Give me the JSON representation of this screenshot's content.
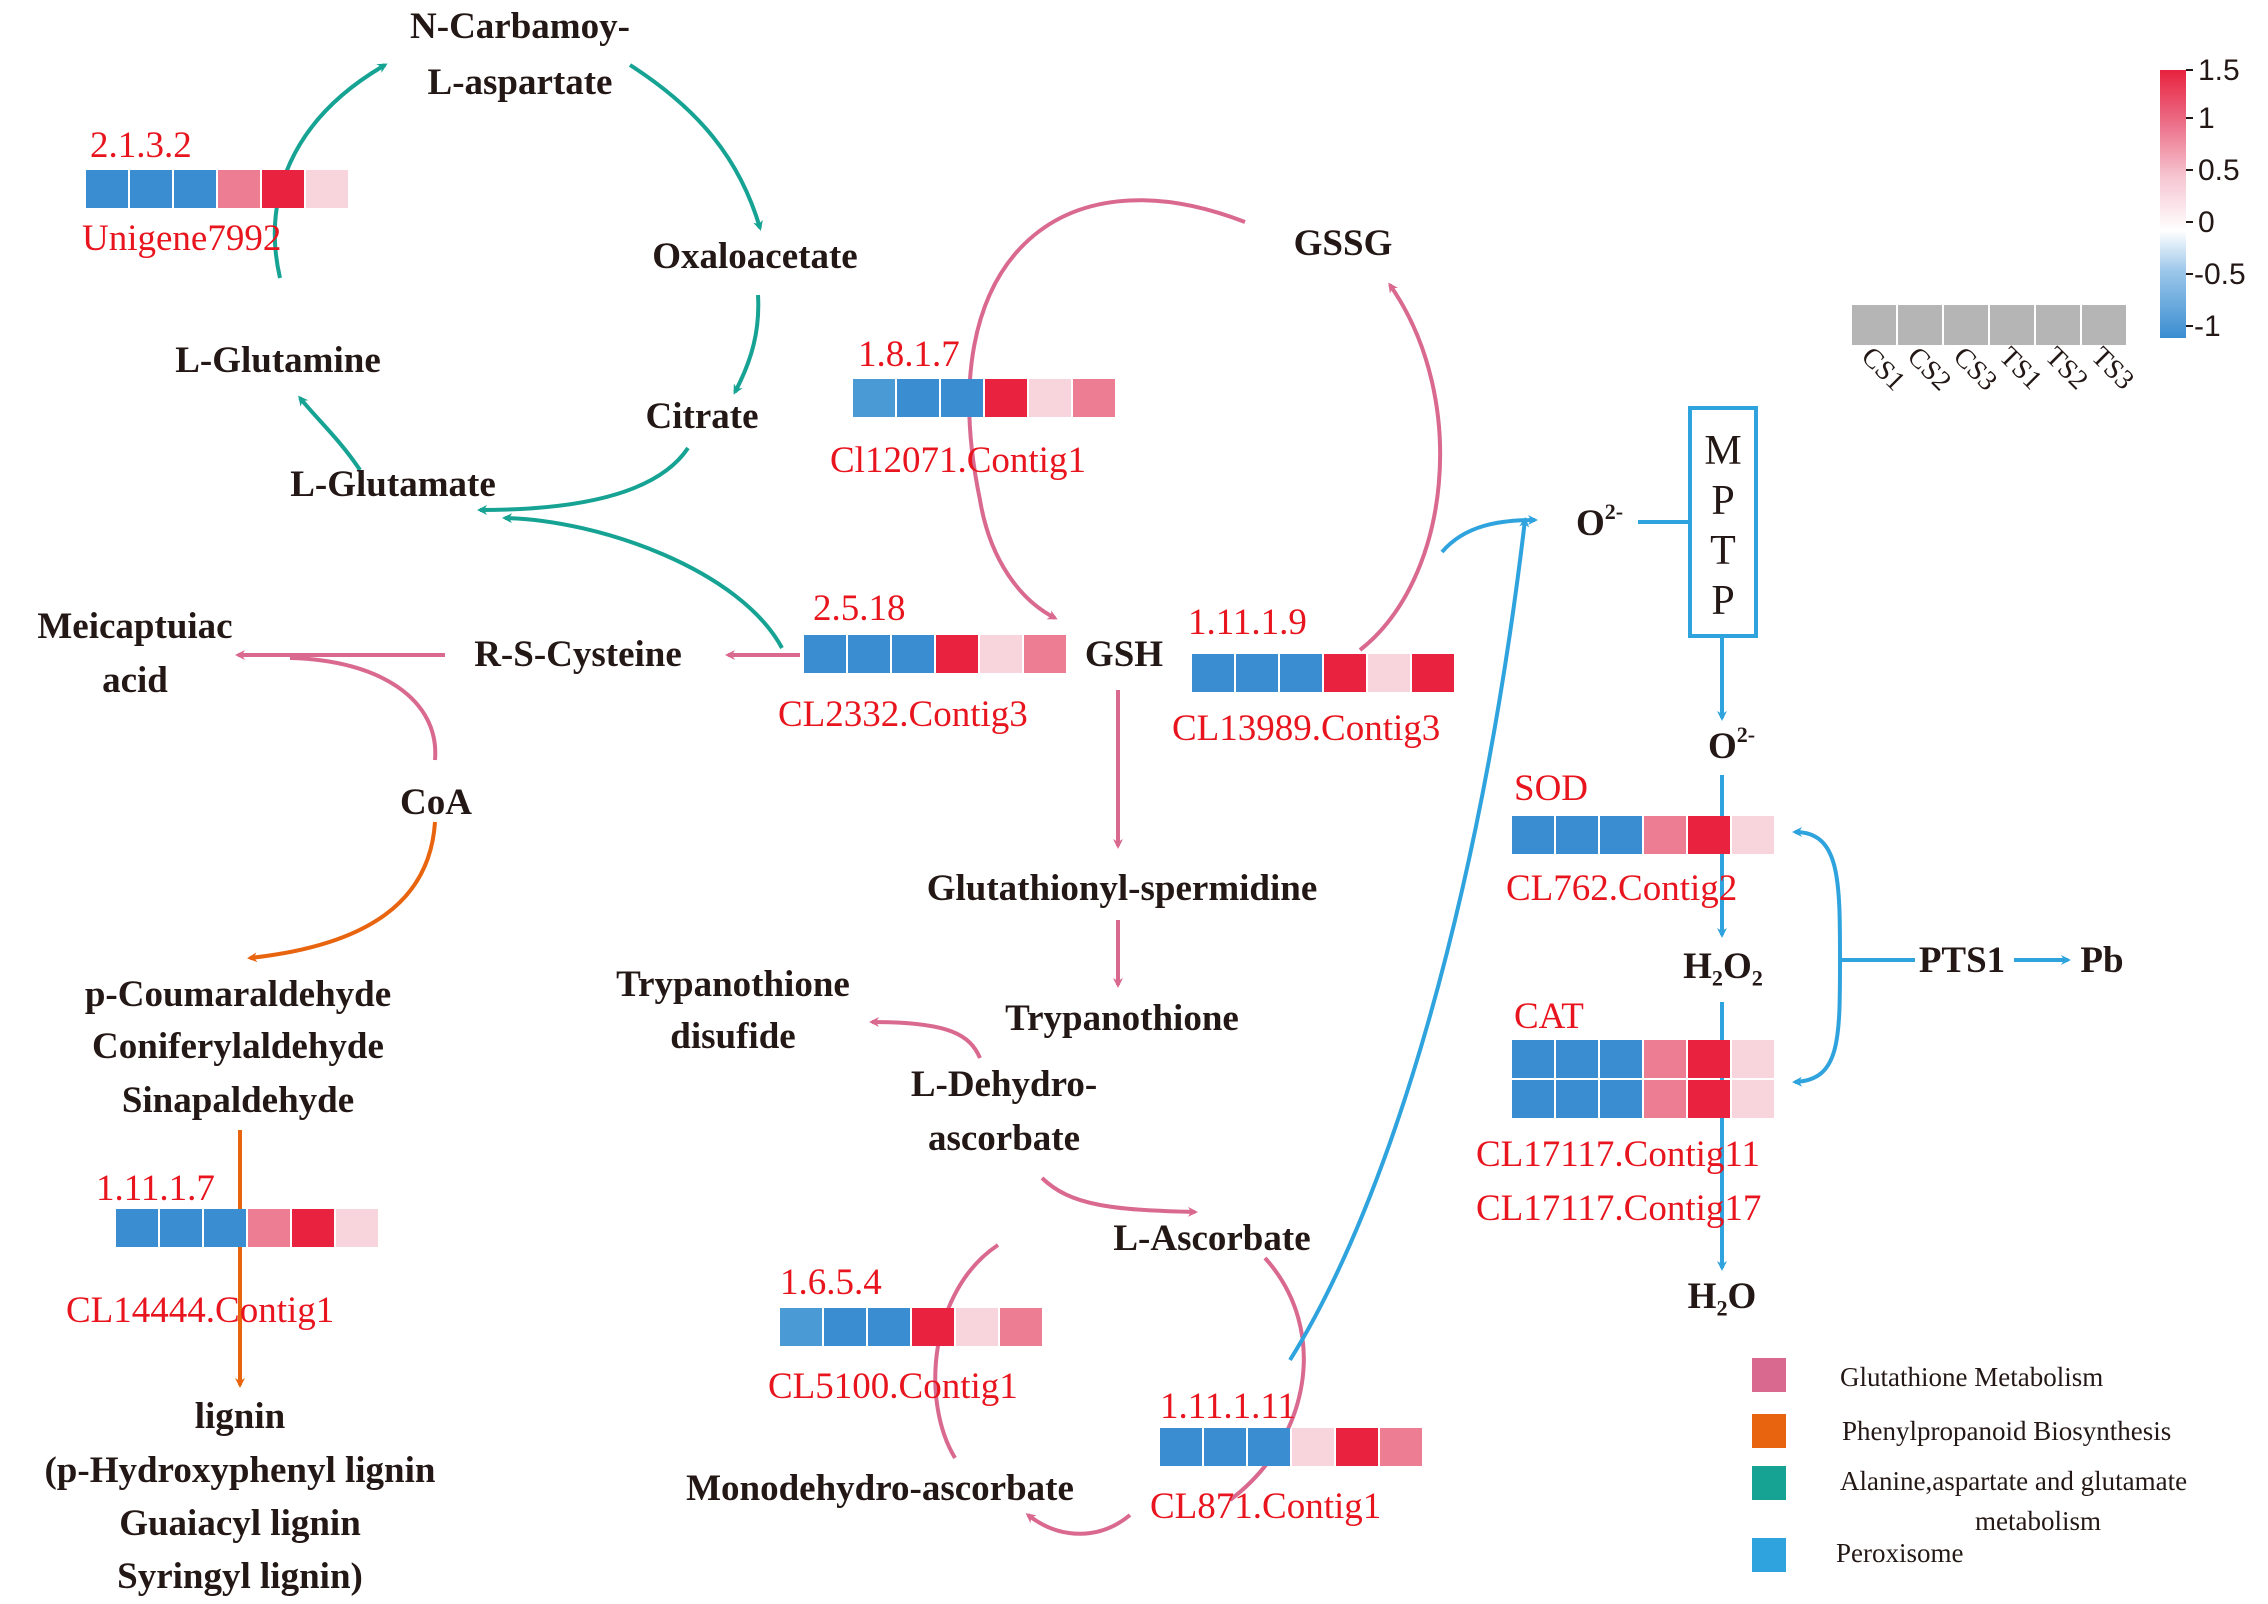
{
  "colors": {
    "glutathione": "#d9698f",
    "phenylpropanoid": "#e8640f",
    "alanine": "#16a394",
    "peroxisome": "#2fa3dd",
    "enzyme_text": "#e8141e",
    "heat": {
      "-1": "#3a8dd1",
      "-0.8": "#4a9ad6",
      "0.3": "#f8d4dc",
      "0.8": "#ec7d92",
      "1.3": "#e8223f"
    }
  },
  "nodes": {
    "n_carbamoyl": [
      "N-Carbamoy-",
      "L-aspartate"
    ],
    "oxaloacetate": "Oxaloacetate",
    "citrate": "Citrate",
    "l_glutamine": "L-Glutamine",
    "l_glutamate": "L-Glutamate",
    "meicaptuiac": [
      "Meicaptuiac",
      "acid"
    ],
    "r_s_cysteine": "R-S-Cysteine",
    "coa": "CoA",
    "aldehydes": [
      "p-Coumaraldehyde",
      "Coniferylaldehyde",
      "Sinapaldehyde"
    ],
    "lignin": [
      "lignin",
      "(p-Hydroxyphenyl lignin",
      "Guaiacyl lignin",
      "Syringyl lignin)"
    ],
    "gssg": "GSSG",
    "gsh": "GSH",
    "glutathionyl_spermidine": "Glutathionyl-spermidine",
    "trypanothione": "Trypanothione",
    "trypanothione_disulfide": [
      "Trypanothione",
      "disufide"
    ],
    "l_dehydroascorbate": [
      "L-Dehydro-",
      "ascorbate"
    ],
    "l_ascorbate": "L-Ascorbate",
    "monodehydroascorbate": "Monodehydro-ascorbate",
    "o2_top": {
      "base": "O",
      "sup": "2-"
    },
    "o2_bottom": {
      "base": "O",
      "sup": "2-"
    },
    "mptp": [
      "M",
      "P",
      "T",
      "P"
    ],
    "h2o2": "H₂O₂",
    "h2o": "H₂O",
    "pts1": "PTS1",
    "pb": "Pb"
  },
  "genes": [
    {
      "ec": "2.1.3.2",
      "id": "Unigene7992",
      "values": [
        -1,
        -1,
        -1,
        0.8,
        1.3,
        0.3
      ]
    },
    {
      "ec": "1.8.1.7",
      "id": "Cl12071.Contig1",
      "values": [
        -0.8,
        -1,
        -1,
        1.3,
        0.3,
        0.8
      ]
    },
    {
      "ec": "2.5.18",
      "id": "CL2332.Contig3",
      "values": [
        -1,
        -1,
        -1,
        1.3,
        0.3,
        0.8
      ]
    },
    {
      "ec": "1.11.1.9",
      "id": "CL13989.Contig3",
      "values": [
        -1,
        -1,
        -1,
        1.3,
        0.3,
        1.3
      ]
    },
    {
      "ec": "1.11.1.7",
      "id": "CL14444.Contig1",
      "values": [
        -1,
        -1,
        -1,
        0.8,
        1.3,
        0.3
      ]
    },
    {
      "ec": "1.6.5.4",
      "id": "CL5100.Contig1",
      "values": [
        -0.8,
        -1,
        -1,
        1.3,
        0.3,
        0.8
      ]
    },
    {
      "ec": "1.11.1.11",
      "id": "CL871.Contig1",
      "values": [
        -1,
        -1,
        -1,
        0.3,
        1.3,
        0.8
      ]
    },
    {
      "ec": "SOD",
      "id": "CL762.Contig2",
      "values": [
        -1,
        -1,
        -1,
        0.8,
        1.3,
        0.3
      ]
    },
    {
      "ec": "CAT",
      "id": [
        "CL17117.Contig11",
        "CL17117.Contig17"
      ],
      "values": [
        [
          -1,
          -1,
          -1,
          0.8,
          1.3,
          0.3
        ],
        [
          -1,
          -1,
          -1,
          0.8,
          1.3,
          0.3
        ]
      ]
    }
  ],
  "colorbar": {
    "ticks": [
      "1.5",
      "1",
      "0.5",
      "0",
      "-0.5",
      "-1"
    ],
    "samples": [
      "CS1",
      "CS2",
      "CS3",
      "TS1",
      "TS2",
      "TS3"
    ]
  },
  "legend": [
    {
      "label": "Glutathione Metabolism",
      "color": "#d9698f"
    },
    {
      "label": "Phenylpropanoid Biosynthesis",
      "color": "#e8640f"
    },
    {
      "label": "Alanine,aspartate and glutamate",
      "label2": "metabolism",
      "color": "#16a394"
    },
    {
      "label": "Peroxisome",
      "color": "#2fa3dd"
    }
  ]
}
